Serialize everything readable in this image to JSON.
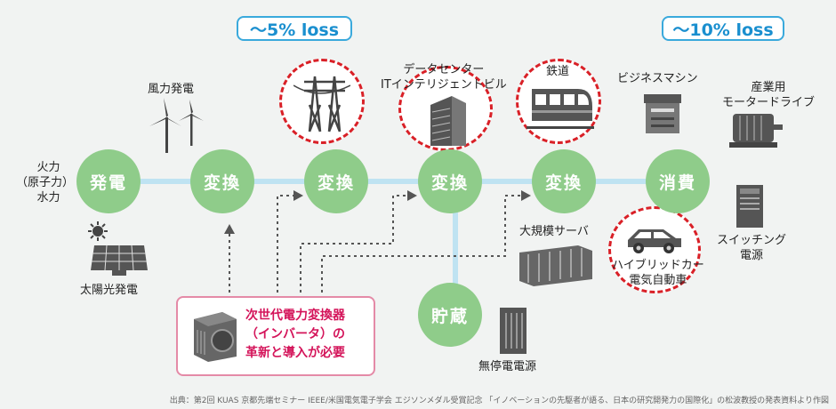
{
  "loss_badges": {
    "left": "～5% loss",
    "right": "～10% loss"
  },
  "nodes": {
    "generation": "発電",
    "conversion_1": "変換",
    "conversion_2": "変換",
    "conversion_3": "変換",
    "conversion_4": "変換",
    "consumption": "消費",
    "storage": "貯蔵"
  },
  "labels": {
    "fuel_sources": [
      "火力",
      "（原子力）",
      "水力"
    ],
    "wind": "風力発電",
    "solar": "太陽光発電",
    "datacenter": [
      "データセンター",
      "ITインテリジェントビル"
    ],
    "railway": "鉄道",
    "business_machine": "ビジネスマシン",
    "industrial_motor": [
      "産業用",
      "モータードライブ"
    ],
    "large_server": "大規模サーバ",
    "switching_power": [
      "スイッチング",
      "電源"
    ],
    "hybrid_car": [
      "ハイブリッドカー",
      "電気自動車"
    ],
    "ups": "無停電電源"
  },
  "callout": {
    "lines": [
      "次世代電力変換器",
      "（インバータ）の",
      "革新と導入が必要"
    ]
  },
  "source": "出典：第2回 KUAS 京都先端セミナー IEEE/米国電気電子学会 エジソンメダル受賞記念 「イノベーションの先駆者が語る、日本の研究開発力の国際化」の松波教授の発表資料より作図",
  "colors": {
    "node_fill": "#8fcc8a",
    "flow_line": "#bfe3f2",
    "loss_border": "#3aa9dc",
    "ring": "#d92027",
    "callout_text": "#d4145a",
    "callout_border": "#e48aa7"
  }
}
